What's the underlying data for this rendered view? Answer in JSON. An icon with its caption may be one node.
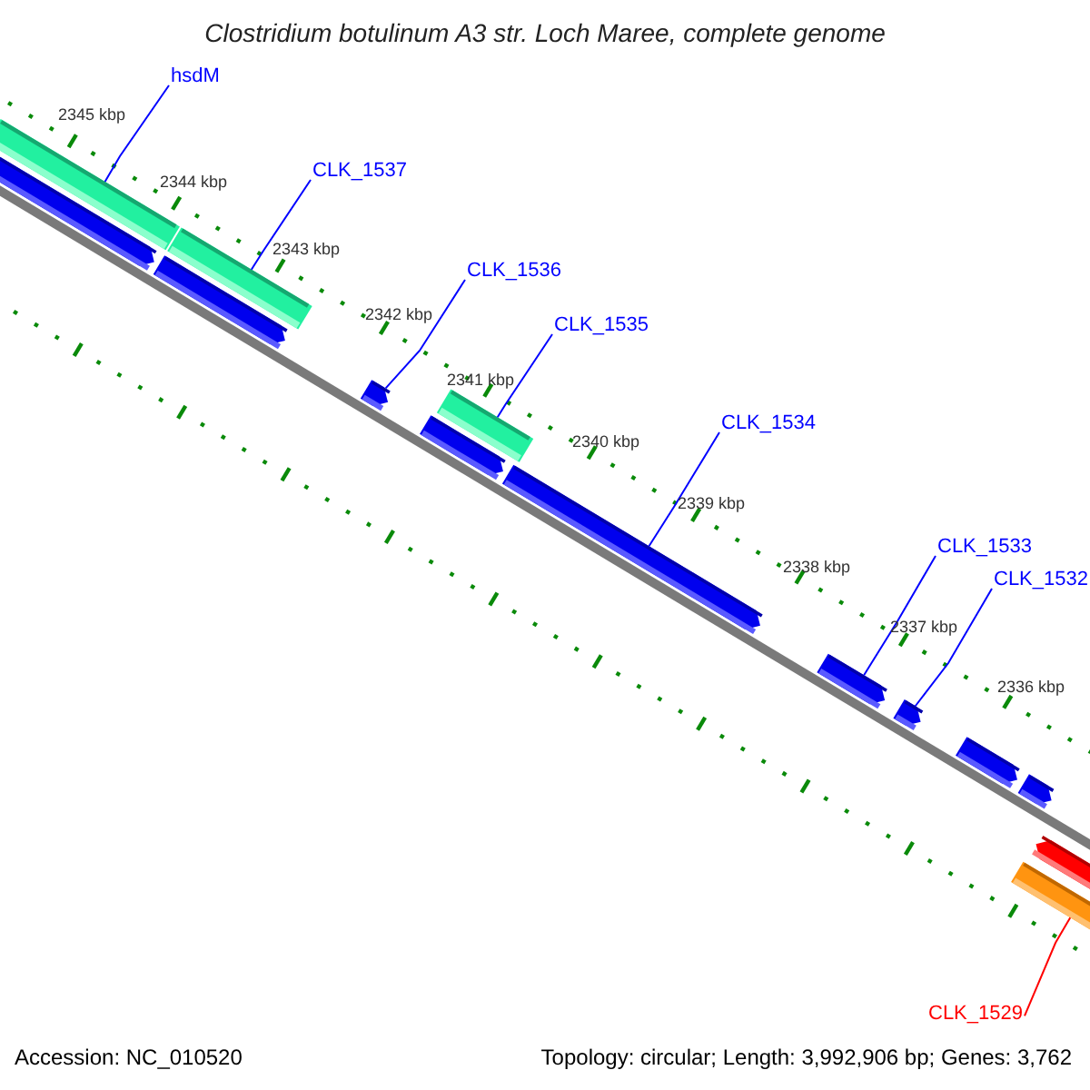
{
  "diagram": {
    "title": "Clostridium botulinum A3 str. Loch Maree, complete genome",
    "nodes": [
      {
        "text": [
          "hsdM"
        ]
      },
      {
        "text": [
          "CLK_1537"
        ]
      },
      {
        "text": [
          "CLK_1536"
        ]
      },
      {
        "text": [
          "CLK_1535"
        ]
      },
      {
        "text": [
          "CLK_1534"
        ]
      },
      {
        "text": [
          "CLK_1533"
        ]
      },
      {
        "text": [
          "CLK_1532"
        ]
      },
      {
        "text": [
          "CLK_1529"
        ]
      },
      {
        "text": [],
        "shape": "bar"
      },
      {
        "text": [],
        "shape": "pentagon"
      },
      {
        "text": [],
        "shape": "pentagon"
      },
      {
        "text": [],
        "shape": "bar"
      },
      {
        "text": [],
        "shape": "pentagon"
      },
      {
        "text": [],
        "shape": "pentagon"
      },
      {
        "text": [],
        "shape": "bar"
      },
      {
        "text": [],
        "shape": "pentagon"
      },
      {
        "text": [],
        "shape": "pentagon"
      },
      {
        "text": [],
        "shape": "pentagon"
      },
      {
        "text": [],
        "shape": "pentagon"
      },
      {
        "text": [],
        "shape": "pentagon"
      },
      {
        "text": [],
        "shape": "bar"
      },
      {
        "text": [],
        "shape": "pentagon"
      }
    ],
    "edges": [
      {
        "from": 0,
        "to": 8,
        "arrow": "none"
      },
      {
        "from": 1,
        "to": 11,
        "arrow": "none"
      },
      {
        "from": 2,
        "to": 12,
        "arrow": "none"
      },
      {
        "from": 3,
        "to": 14,
        "arrow": "none"
      },
      {
        "from": 4,
        "to": 15,
        "arrow": "none"
      },
      {
        "from": 5,
        "to": 16,
        "arrow": "none"
      },
      {
        "from": 6,
        "to": 17,
        "arrow": "none"
      },
      {
        "from": 7,
        "to": 20,
        "arrow": "none",
        "color": "#ff0000"
      }
    ],
    "labels": [
      "2345 kbp",
      "2344 kbp",
      "2343 kbp",
      "2342 kbp",
      "2341 kbp",
      "2340 kbp",
      "2339 kbp",
      "2338 kbp",
      "2337 kbp",
      "2336 kbp",
      "Accession: NC_010520",
      "Topology: circular; Length: 3,992,906 bp; Genes: 3,762"
    ]
  }
}
